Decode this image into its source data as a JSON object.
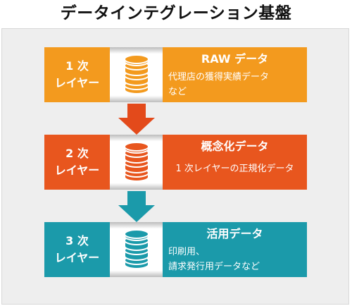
{
  "title": "データインテグレーション基盤",
  "colors": {
    "layer1": "#f39a1e",
    "layer2": "#e8561e",
    "layer3": "#1b9aaa",
    "icon_stroke": "#ffffff"
  },
  "layers": [
    {
      "label_line1": "1 次",
      "label_line2": "レイヤー",
      "desc_title": "RAW データ",
      "desc_lines": [
        "代理店の獲得実績データ",
        "など"
      ]
    },
    {
      "label_line1": "2 次",
      "label_line2": "レイヤー",
      "desc_title": "概念化データ",
      "desc_lines": [
        "1 次レイヤーの正規化データ"
      ]
    },
    {
      "label_line1": "3 次",
      "label_line2": "レイヤー",
      "desc_title": "活用データ",
      "desc_lines": [
        "印刷用、",
        "請求発行用データなど"
      ]
    }
  ],
  "icons": [
    "database-icon",
    "database-icon",
    "database-icon",
    "down-arrow-icon",
    "down-arrow-icon"
  ]
}
